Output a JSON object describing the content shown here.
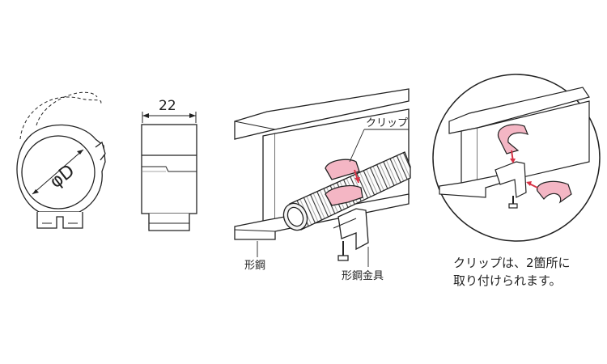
{
  "dimension_width": "22",
  "diameter_label": "φD",
  "labels": {
    "clip": "クリップ",
    "section_steel": "形鋼",
    "section_steel_fitting": "形鋼金具"
  },
  "note_lines": [
    "クリップは、2箇所に",
    "取り付けられます。"
  ],
  "colors": {
    "clip_fill": "#f4b6c4",
    "clip_stroke": "#222222",
    "arrow": "#d63346",
    "line": "#222222"
  }
}
